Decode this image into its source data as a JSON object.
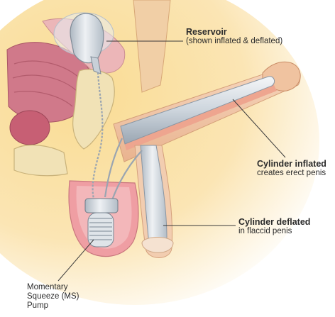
{
  "labels": {
    "reservoir": {
      "title": "Reservoir",
      "sub": "(shown inflated & deflated)"
    },
    "cylinder_inflated": {
      "title": "Cylinder inflated",
      "sub": "creates erect penis"
    },
    "cylinder_deflated": {
      "title": "Cylinder deflated",
      "sub": "in flaccid penis"
    },
    "pump": {
      "line1": "Momentary",
      "line2": "Squeeze (MS)",
      "line3": "Pump"
    }
  },
  "colors": {
    "background_glow": "#f7d58a",
    "skin": "#f2c8a8",
    "tissue_pink": "#e3929b",
    "muscle_red": "#c96a78",
    "bone": "#f1e2b6",
    "device_silver": "#cfd6de",
    "leader_line": "#3a3a3a"
  }
}
